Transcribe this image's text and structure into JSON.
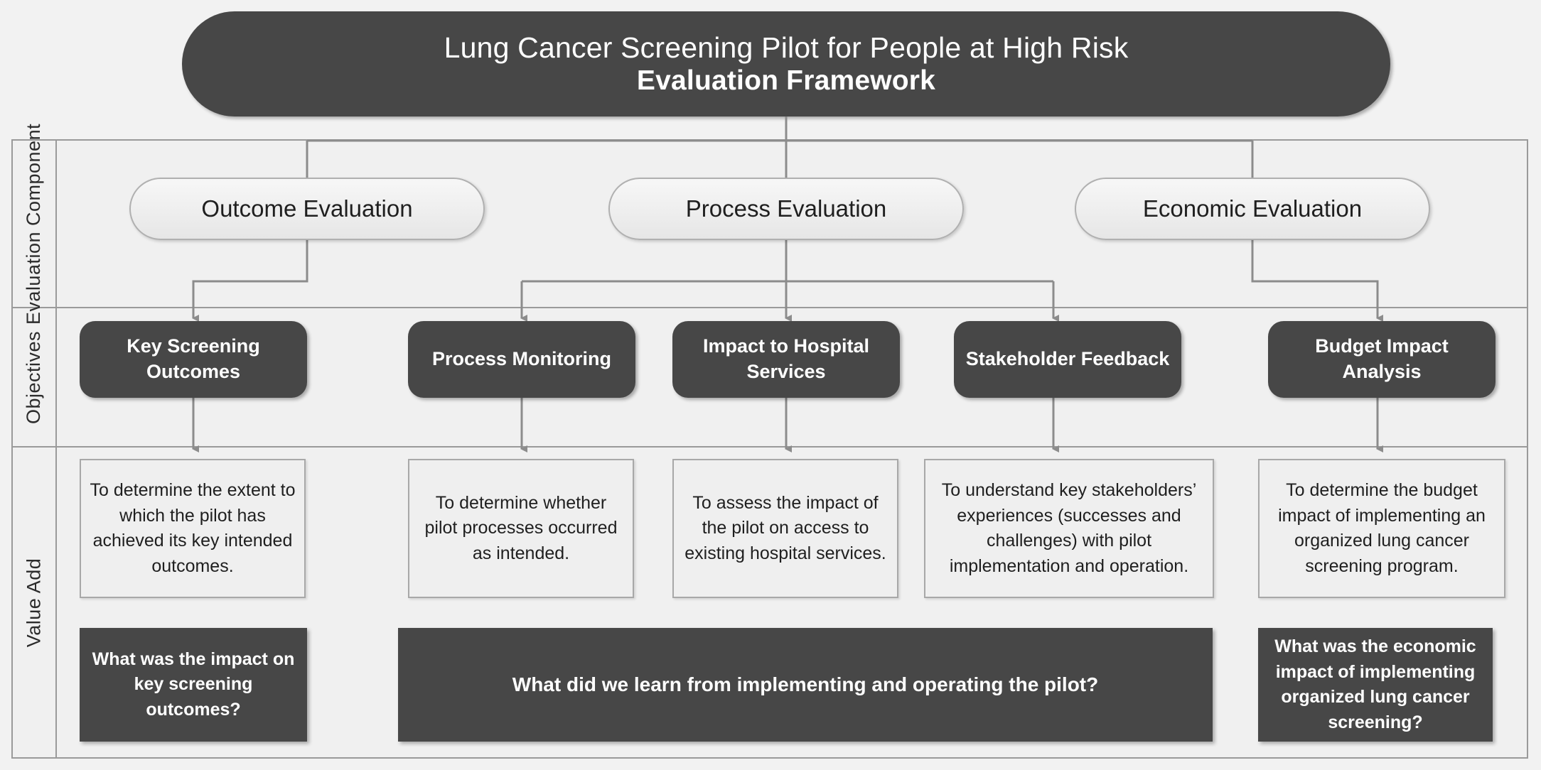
{
  "title": {
    "line1": "Lung Cancer Screening Pilot for People at High Risk",
    "line2": "Evaluation Framework"
  },
  "row_labels": {
    "evaluation_component": "Evaluation Component",
    "objectives": "Objectives",
    "value_add": "Value Add"
  },
  "evaluation_types": [
    {
      "label": "Outcome Evaluation"
    },
    {
      "label": "Process Evaluation"
    },
    {
      "label": "Economic Evaluation"
    }
  ],
  "components": [
    {
      "label": "Key Screening Outcomes"
    },
    {
      "label": "Process Monitoring"
    },
    {
      "label": "Impact to Hospital Services"
    },
    {
      "label": "Stakeholder Feedback"
    },
    {
      "label": "Budget Impact Analysis"
    }
  ],
  "objectives": [
    {
      "text": "To determine the extent to which the pilot has achieved its key intended outcomes."
    },
    {
      "text": "To determine whether pilot processes occurred as intended."
    },
    {
      "text": "To assess the impact of the pilot on access to existing hospital services."
    },
    {
      "text": "To understand key stakeholders’ experiences (successes and challenges) with pilot implementation and operation."
    },
    {
      "text": "To determine the budget impact of implementing an organized lung cancer screening program."
    }
  ],
  "value_add": [
    {
      "text": "What was the impact on key screening outcomes?"
    },
    {
      "text": "What did we learn from implementing and operating the pilot?"
    },
    {
      "text": "What was the economic impact of implementing organized lung cancer screening?"
    }
  ],
  "colors": {
    "dark_fill": "#474747",
    "light_fill": "#efefef",
    "panel_bg": "#f0f0f0",
    "border": "#9a9a9a",
    "connector": "#8c8c8c"
  }
}
